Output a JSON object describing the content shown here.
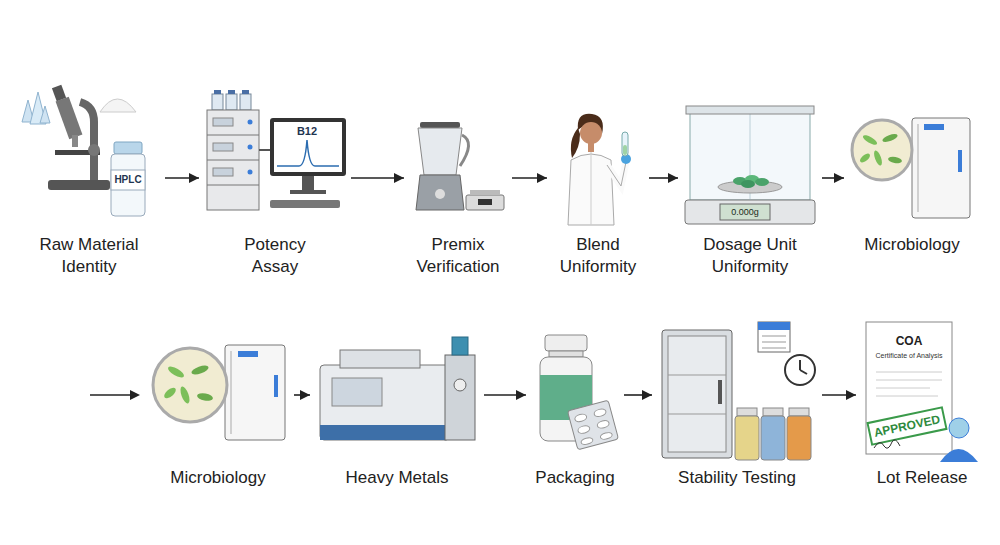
{
  "diagram": {
    "nodes": [
      {
        "text": [
          "Raw Material Identity"
        ]
      },
      {
        "text": [
          "Potency Assay"
        ]
      },
      {
        "text": [
          "Premix Verification"
        ]
      },
      {
        "text": [
          "Blend Uniformity"
        ]
      },
      {
        "text": [
          "Dosage Unit Uniformity"
        ]
      },
      {
        "text": [
          "Microbiology"
        ]
      },
      {
        "text": [
          "Microbiology"
        ]
      },
      {
        "text": [
          "Heavy Metals"
        ]
      },
      {
        "text": [
          "Packaging"
        ]
      },
      {
        "text": [
          "Stability Testing"
        ]
      },
      {
        "text": [
          "Lot Release"
        ]
      }
    ],
    "edges": [
      {
        "from": 0,
        "to": 1,
        "arrow": "to"
      },
      {
        "from": 1,
        "to": 2,
        "arrow": "to"
      },
      {
        "from": 2,
        "to": 3,
        "arrow": "to"
      },
      {
        "from": 3,
        "to": 4,
        "arrow": "to"
      },
      {
        "from": 4,
        "to": 5,
        "arrow": "to"
      },
      {
        "from": 6,
        "to": 7,
        "arrow": "to"
      },
      {
        "from": 7,
        "to": 8,
        "arrow": "to"
      },
      {
        "from": 8,
        "to": 9,
        "arrow": "to"
      },
      {
        "from": 9,
        "to": 10,
        "arrow": "to"
      }
    ],
    "labels": [
      "HPLC",
      "B12",
      "0.000g",
      "COA",
      "Certificate of Analysis",
      "APPROVED"
    ]
  }
}
